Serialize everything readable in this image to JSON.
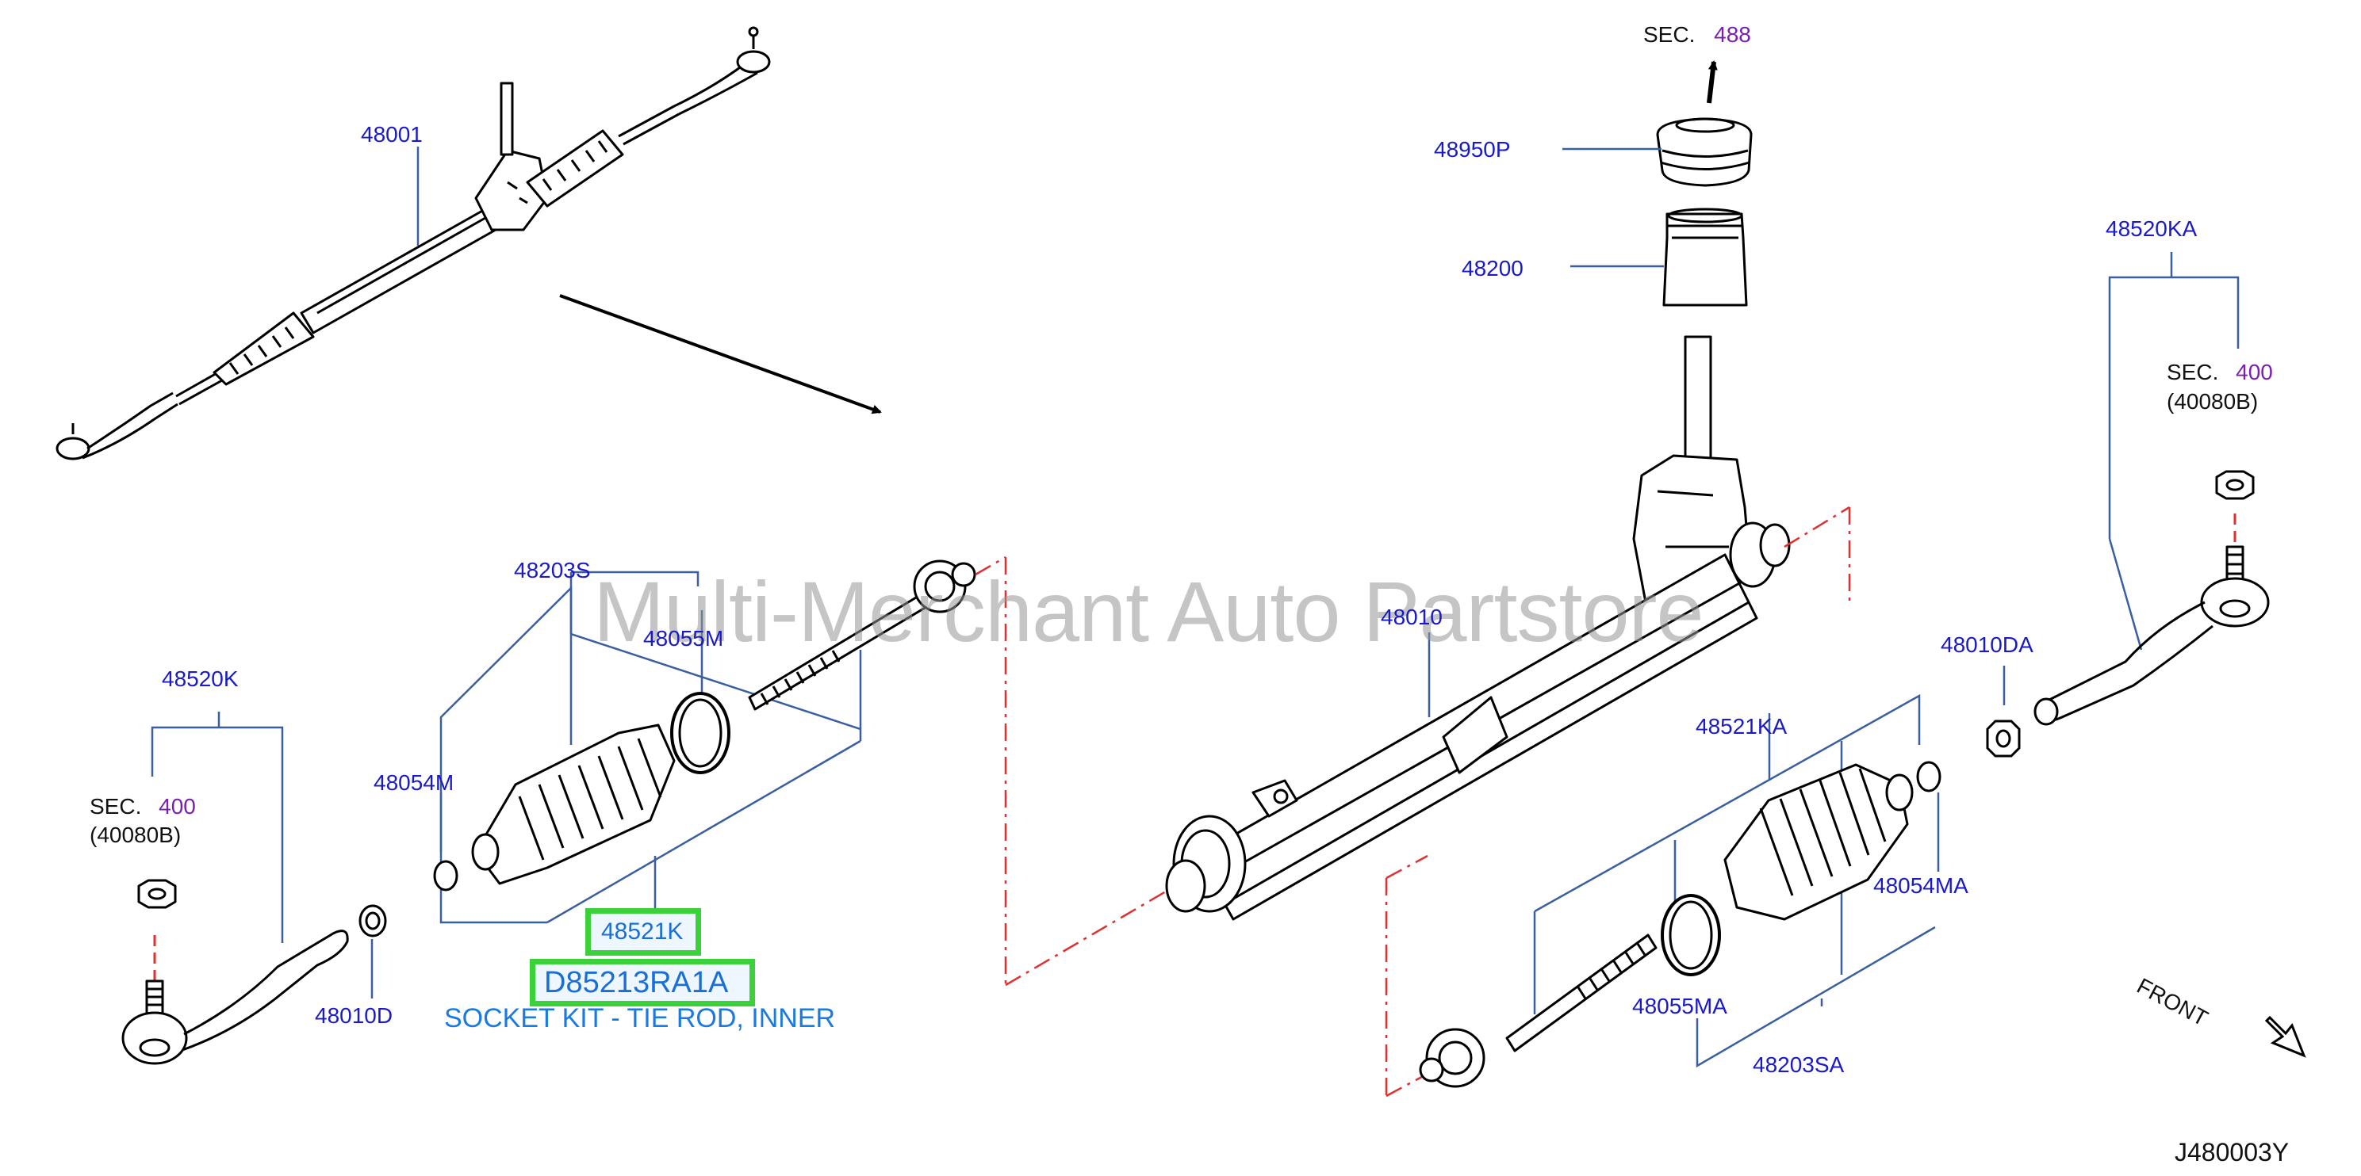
{
  "watermark": "Multi-Merchant Auto Partstore",
  "diagram_code": "J480003Y",
  "front_label": "FRONT",
  "highlight": {
    "part_number": "48521K",
    "oem_number": "D85213RA1A",
    "description": "SOCKET KIT - TIE ROD, INNER"
  },
  "parts": {
    "p48001": "48001",
    "p48950P": "48950P",
    "p48200": "48200",
    "p48520KA": "48520KA",
    "p48203S": "48203S",
    "p48055M": "48055M",
    "p48010": "48010",
    "p48010DA": "48010DA",
    "p48520K": "48520K",
    "p48054M": "48054M",
    "p48521KA": "48521KA",
    "p48054MA": "48054MA",
    "p48010D": "48010D",
    "p48055MA": "48055MA",
    "p48203SA": "48203SA"
  },
  "sections": {
    "top": {
      "prefix": "SEC.",
      "number": "488"
    },
    "right": {
      "prefix": "SEC.",
      "number": "400",
      "sub": "(40080B)"
    },
    "left": {
      "prefix": "SEC.",
      "number": "400",
      "sub": "(40080B)"
    }
  },
  "colors": {
    "label": "#1a1ac8",
    "section_number": "#7a1fb0",
    "highlight_border": "#3bd13b",
    "leader": "#3a5fa0",
    "phantom": "#e03030"
  }
}
